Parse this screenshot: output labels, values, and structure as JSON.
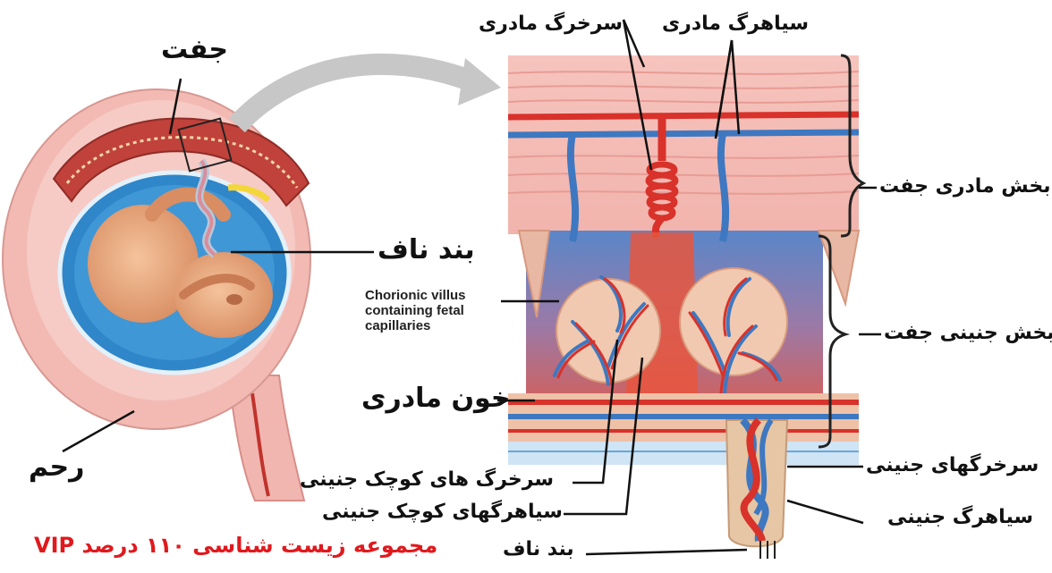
{
  "labels": {
    "placenta": "جفت",
    "umbilical_cord_left": "بند ناف",
    "uterus": "رحم",
    "maternal_blood": "خون مادری",
    "maternal_artery": "سرخرگ مادری",
    "maternal_vein": "سیاهرگ مادری",
    "maternal_part": "بخش مادری جفت",
    "fetal_part": "بخش جنینی جفت",
    "fetal_arteries": "سرخرگهای جنینی",
    "fetal_vein": "سیاهرگ جنینی",
    "fetal_arterioles": "سرخرگ های کوچک جنینی",
    "fetal_venules": "سیاهرگهای کوچک جنینی",
    "umbilical_cord_bottom": "بند ناف",
    "chorionic_villus_line1": "Chorionic villus",
    "chorionic_villus_line2": "containing fetal",
    "chorionic_villus_line3": "capillaries"
  },
  "watermark": "مجموعه زیست شناسی ۱۱۰ درصد VIP",
  "colors": {
    "artery": "#d8322b",
    "vein": "#3e78c0",
    "uterus": "#f0b1ac",
    "amniotic": "#2f86c9",
    "fetus": "#e9a77b",
    "watermark": "#e0191d"
  }
}
